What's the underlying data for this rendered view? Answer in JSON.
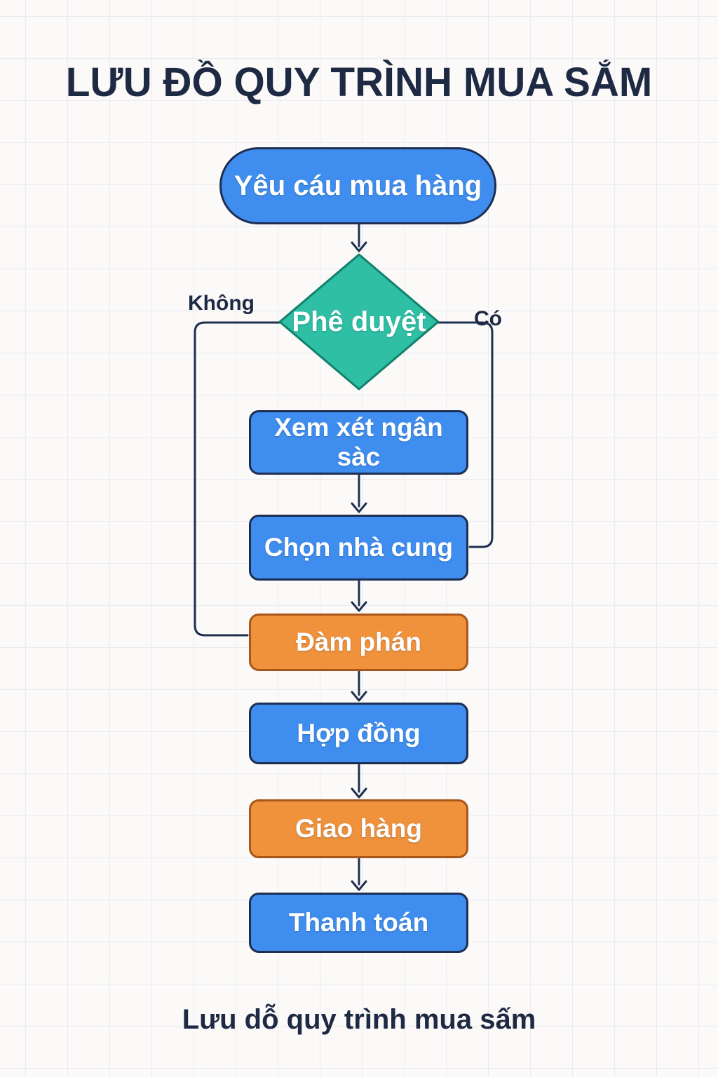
{
  "page": {
    "title": "LƯU ĐỒ QUY TRÌNH MUA SẮM",
    "caption": "Lưu dỗ quy trình mua sấm"
  },
  "colors": {
    "background": "#FBFAF8",
    "grid_line": "#EAEAF2",
    "heading_text": "#1E2A44",
    "connector": "#1E3050",
    "node_text": "#FFFFFF",
    "node_blue": "#3F8EEF",
    "node_blue_border": "#1D2E52",
    "node_teal": "#2EBFA4",
    "node_teal_border": "#12816B",
    "node_orange": "#F0923C",
    "node_orange_border": "#A9561B"
  },
  "flowchart": {
    "nodes": [
      {
        "id": "start",
        "shape": "terminator-pill",
        "color": "blue",
        "label": "Yêu cáu mua hàng"
      },
      {
        "id": "decision",
        "shape": "diamond",
        "color": "teal",
        "label": "Phê duyệt"
      },
      {
        "id": "budget",
        "shape": "process-rect",
        "color": "blue",
        "label": "Xem xét ngân sàc"
      },
      {
        "id": "supplier",
        "shape": "process-rect",
        "color": "blue",
        "label": "Chọn nhà cung"
      },
      {
        "id": "negotiate",
        "shape": "process-rect",
        "color": "orange",
        "label": "Đàm phán"
      },
      {
        "id": "contract",
        "shape": "process-rect",
        "color": "blue",
        "label": "Hợp đồng"
      },
      {
        "id": "delivery",
        "shape": "process-rect",
        "color": "orange",
        "label": "Giao hàng"
      },
      {
        "id": "payment",
        "shape": "process-rect",
        "color": "blue",
        "label": "Thanh toán"
      }
    ],
    "branch_labels": {
      "no": "Không",
      "yes": "Có"
    },
    "edges": [
      {
        "from": "start",
        "to": "decision",
        "label": ""
      },
      {
        "from": "decision",
        "to": "negotiate",
        "label": "Không",
        "side": "left"
      },
      {
        "from": "decision",
        "to": "supplier",
        "label": "Có",
        "side": "right"
      },
      {
        "from": "budget",
        "to": "supplier",
        "label": ""
      },
      {
        "from": "supplier",
        "to": "negotiate",
        "label": ""
      },
      {
        "from": "negotiate",
        "to": "contract",
        "label": ""
      },
      {
        "from": "contract",
        "to": "delivery",
        "label": ""
      },
      {
        "from": "delivery",
        "to": "payment",
        "label": ""
      }
    ]
  }
}
